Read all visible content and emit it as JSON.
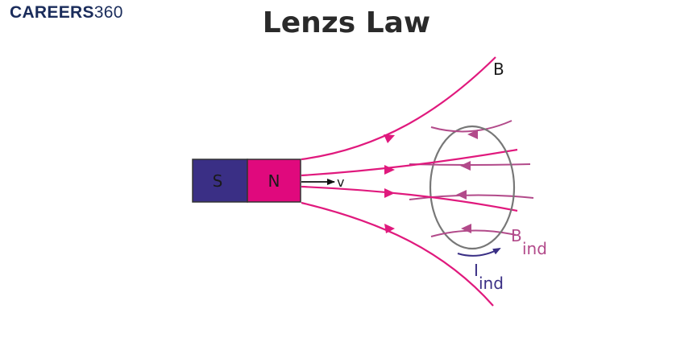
{
  "logo": {
    "brand": "CAREERS",
    "number": "360"
  },
  "title": "Lenzs Law",
  "magnet": {
    "south_label": "S",
    "north_label": "N"
  },
  "labels": {
    "velocity": "v",
    "field": "B",
    "induced_field": "B",
    "induced_field_sub": "ind",
    "induced_current": "I",
    "induced_current_sub": "ind"
  },
  "colors": {
    "field_lines": "#e0197d",
    "induced_field": "#b24a8a",
    "induced_current": "#3a2f85",
    "magnet_south": "#3a2f85",
    "magnet_north": "#e0097d",
    "loop": "#777777",
    "text": "#2a2a2a"
  }
}
